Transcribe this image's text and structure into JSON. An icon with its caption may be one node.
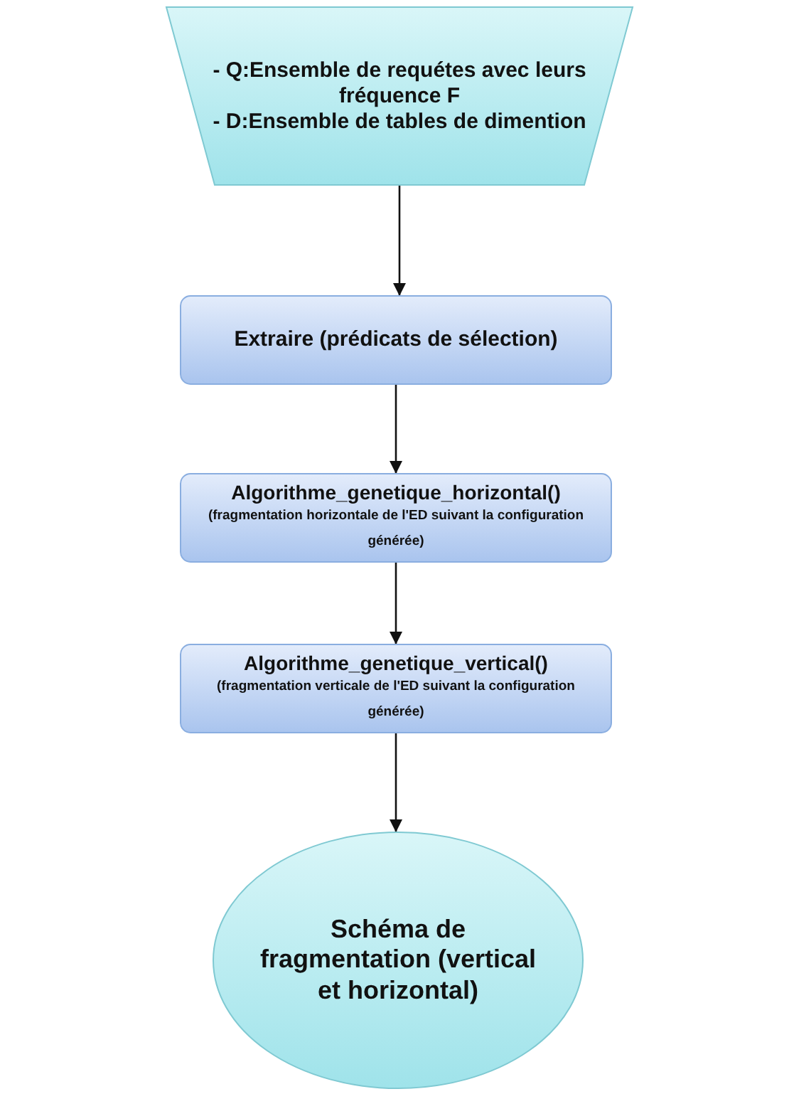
{
  "diagram": {
    "nodes": [
      {
        "text": [
          "- Q:Ensemble de requétes avec leurs fréquence F",
          "- D:Ensemble de tables de dimention"
        ]
      },
      {
        "text": [
          "Extraire (prédicats de sélection)"
        ]
      },
      {
        "text": [
          "Algorithme_genetique_horizontal()",
          "(fragmentation horizontale de l'ED suivant la configuration générée)"
        ]
      },
      {
        "text": [
          "Algorithme_genetique_vertical()",
          "(fragmentation verticale de l'ED suivant la configuration générée)"
        ]
      },
      {
        "text": [
          "Schéma de fragmentation (vertical et horizontal)"
        ]
      }
    ],
    "edges": [
      {
        "from": 0,
        "to": 1,
        "arrow": "to"
      },
      {
        "from": 1,
        "to": 2,
        "arrow": "to"
      },
      {
        "from": 2,
        "to": 3,
        "arrow": "to"
      },
      {
        "from": 3,
        "to": 4,
        "arrow": "to"
      }
    ]
  }
}
